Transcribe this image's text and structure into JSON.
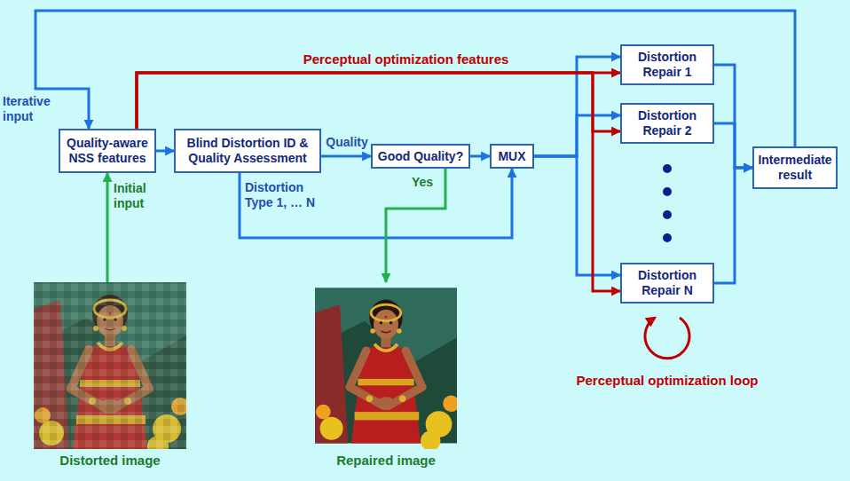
{
  "diagram": {
    "nodes": [
      {
        "text": [
          "Quality-aware NSS features"
        ]
      },
      {
        "text": [
          "Blind Distortion ID & Quality Assessment"
        ]
      },
      {
        "text": [
          "Good Quality?"
        ]
      },
      {
        "text": [
          "MUX"
        ]
      },
      {
        "text": [
          "Distortion Repair 1"
        ]
      },
      {
        "text": [
          "Distortion Repair 2"
        ]
      },
      {
        "text": [
          "Distortion Repair N"
        ]
      },
      {
        "text": [
          "Intermediate result"
        ]
      },
      {
        "text": [
          "Distorted image"
        ]
      },
      {
        "text": [
          "Repaired image"
        ]
      }
    ],
    "edges": [
      {
        "from": 8,
        "to": 0,
        "arrow": "to",
        "label": "Initial input"
      },
      {
        "from": 7,
        "to": 0,
        "arrow": "to",
        "label": "Iterative input"
      },
      {
        "from": 0,
        "to": 1,
        "arrow": "to"
      },
      {
        "from": 1,
        "to": 2,
        "arrow": "to",
        "label": "Quality"
      },
      {
        "from": 1,
        "to": 3,
        "arrow": "to",
        "label": "Distortion Type 1, … N"
      },
      {
        "from": 2,
        "to": 3,
        "arrow": "to"
      },
      {
        "from": 2,
        "to": 9,
        "arrow": "to",
        "label": "Yes"
      },
      {
        "from": 3,
        "to": 4,
        "arrow": "to"
      },
      {
        "from": 3,
        "to": 5,
        "arrow": "to"
      },
      {
        "from": 3,
        "to": 6,
        "arrow": "to"
      },
      {
        "from": 0,
        "to": 4,
        "arrow": "to",
        "label": "Perceptual optimization features"
      },
      {
        "from": 0,
        "to": 5,
        "arrow": "to"
      },
      {
        "from": 0,
        "to": 6,
        "arrow": "to"
      },
      {
        "from": 4,
        "to": 7,
        "arrow": "to"
      },
      {
        "from": 5,
        "to": 7,
        "arrow": "to"
      },
      {
        "from": 6,
        "to": 7,
        "arrow": "to"
      }
    ],
    "labels": [
      "Perceptual optimization loop"
    ]
  }
}
